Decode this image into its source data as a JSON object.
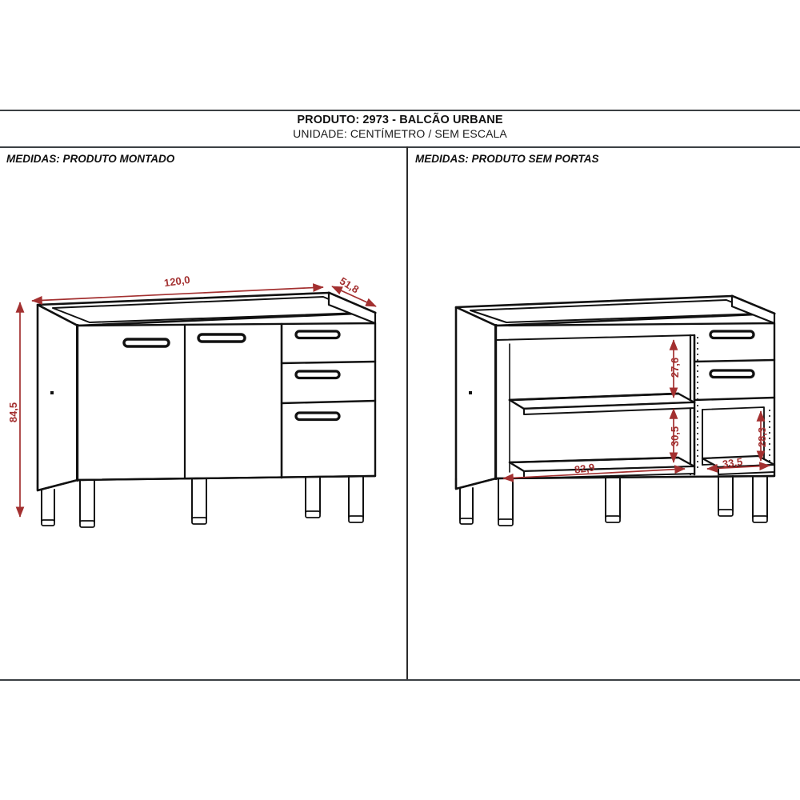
{
  "sheet": {
    "header": {
      "product_line": "PRODUTO: 2973 - BALCÃO URBANE",
      "unit_line": "UNIDADE: CENTÍMETRO / SEM ESCALA"
    },
    "panels": {
      "left": {
        "caption": "MEDIDAS: PRODUTO MONTADO",
        "dimensions": {
          "width": "120,0",
          "depth": "51,8",
          "height": "84,5"
        }
      },
      "right": {
        "caption": "MEDIDAS: PRODUTO SEM PORTAS",
        "dimensions": {
          "upper_shelf_height": "27,6",
          "lower_shelf_height": "30,5",
          "main_bay_width": "82,9",
          "side_bay_width": "33,5",
          "side_bay_height": "28,3"
        }
      }
    },
    "colors": {
      "dimension_red": "#a33030",
      "line_black": "#111111",
      "frame_gray": "#3c4044"
    }
  }
}
